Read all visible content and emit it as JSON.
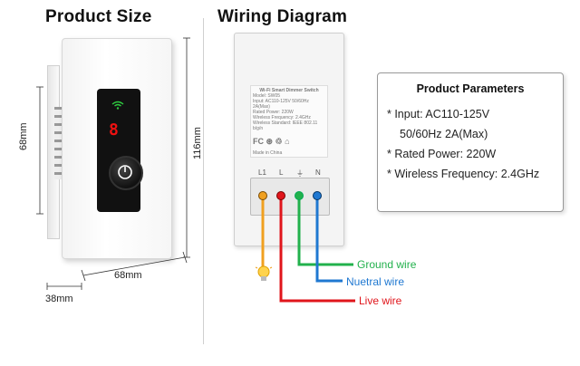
{
  "product_size": {
    "title": "Product Size",
    "dim_height_inner": "68mm",
    "dim_height_total": "116mm",
    "dim_width": "68mm",
    "dim_depth": "38mm"
  },
  "wiring": {
    "title": "Wiring Diagram",
    "back_label": {
      "line1": "Wi-Fi Smart Dimmer Switch",
      "line2": "Model: SW05",
      "line3": "Input: AC110-125V 50/60Hz 2A(Max)",
      "line4": "Rated Power: 220W",
      "line5": "Wireless Frequency: 2.4GHz",
      "line6": "Wireless Standard: IEEE 802.11 b/g/n"
    },
    "made_in": "Made in China",
    "terminals": [
      "L1",
      "L",
      "⏚",
      "N"
    ],
    "wires": [
      {
        "label": "Ground wire",
        "color": "#22b14c"
      },
      {
        "label": "Nuetral wire",
        "color": "#1f78d1"
      },
      {
        "label": "Live wire",
        "color": "#e0151b"
      }
    ],
    "load_color": "#f0a020"
  },
  "parameters": {
    "title": "Product Parameters",
    "lines": [
      "* Input: AC110-125V",
      "50/60Hz 2A(Max)",
      "* Rated Power: 220W",
      "* Wireless Frequency: 2.4GHz"
    ]
  }
}
